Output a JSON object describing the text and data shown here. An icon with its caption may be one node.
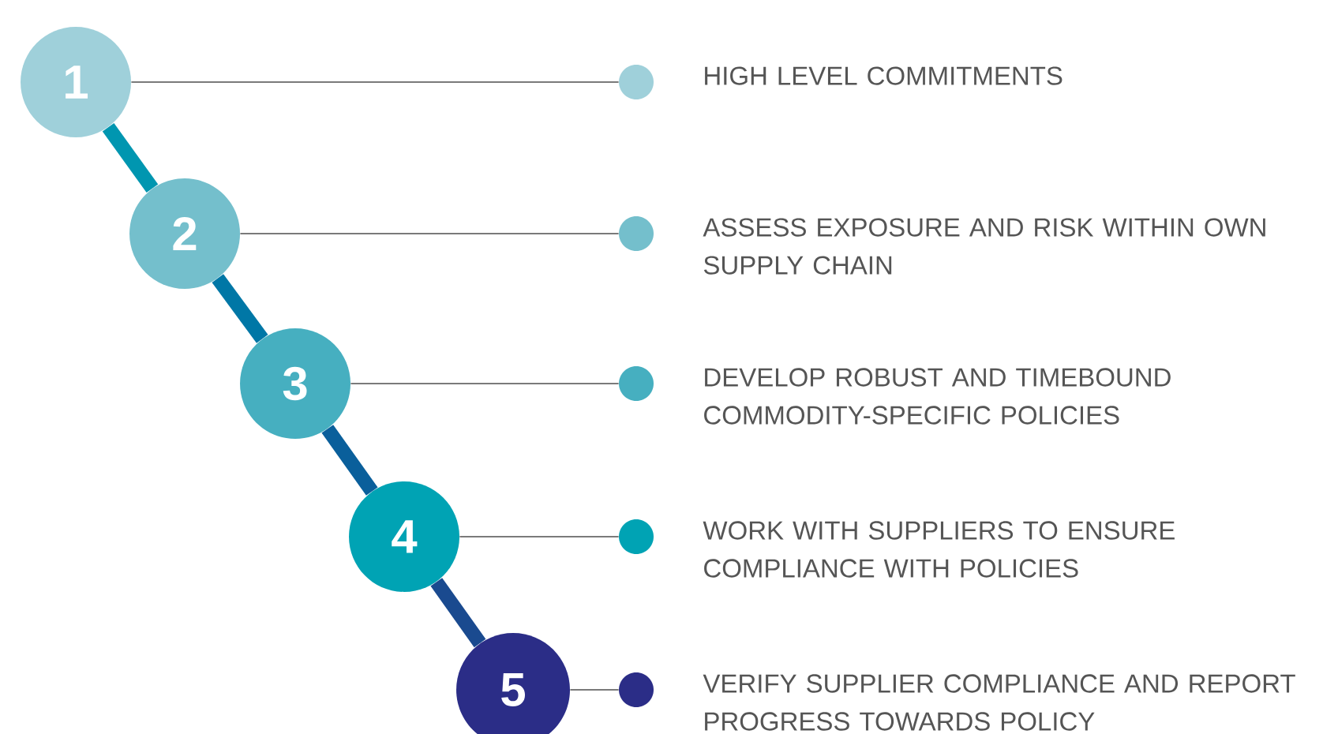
{
  "diagram": {
    "nodes": [
      {
        "text": [
          "1"
        ]
      },
      {
        "text": [
          "2"
        ]
      },
      {
        "text": [
          "3"
        ]
      },
      {
        "text": [
          "4"
        ]
      },
      {
        "text": [
          "5"
        ]
      },
      {
        "text": [],
        "shape": "circle",
        "beside": [
          "HIGH LEVEL COMMITMENTS"
        ]
      },
      {
        "text": [],
        "shape": "circle",
        "beside": [
          "ASSESS EXPOSURE AND RISK WITHIN OWN SUPPLY CHAIN"
        ]
      },
      {
        "text": [],
        "shape": "circle",
        "beside": [
          "DEVELOP ROBUST AND TIMEBOUND COMMODITY-SPECIFIC POLICIES"
        ]
      },
      {
        "text": [],
        "shape": "circle",
        "beside": [
          "WORK WITH SUPPLIERS TO ENSURE COMPLIANCE WITH POLICIES"
        ]
      },
      {
        "text": [],
        "shape": "circle",
        "beside": [
          "VERIFY SUPPLIER COMPLIANCE AND REPORT PROGRESS TOWARDS POLICY"
        ]
      }
    ],
    "edges": [
      {
        "from": 0,
        "to": 1,
        "arrow": "none",
        "style": "thick",
        "color": "#0096b0"
      },
      {
        "from": 1,
        "to": 2,
        "arrow": "none",
        "style": "thick",
        "color": "#0077a6"
      },
      {
        "from": 2,
        "to": 3,
        "arrow": "none",
        "style": "thick",
        "color": "#0a5f9b"
      },
      {
        "from": 3,
        "to": 4,
        "arrow": "none",
        "style": "thick",
        "color": "#1a4a8f"
      },
      {
        "from": 0,
        "to": 5,
        "arrow": "none"
      },
      {
        "from": 1,
        "to": 6,
        "arrow": "none"
      },
      {
        "from": 2,
        "to": 7,
        "arrow": "none"
      },
      {
        "from": 3,
        "to": 8,
        "arrow": "none"
      },
      {
        "from": 4,
        "to": 9,
        "arrow": "none"
      }
    ]
  }
}
